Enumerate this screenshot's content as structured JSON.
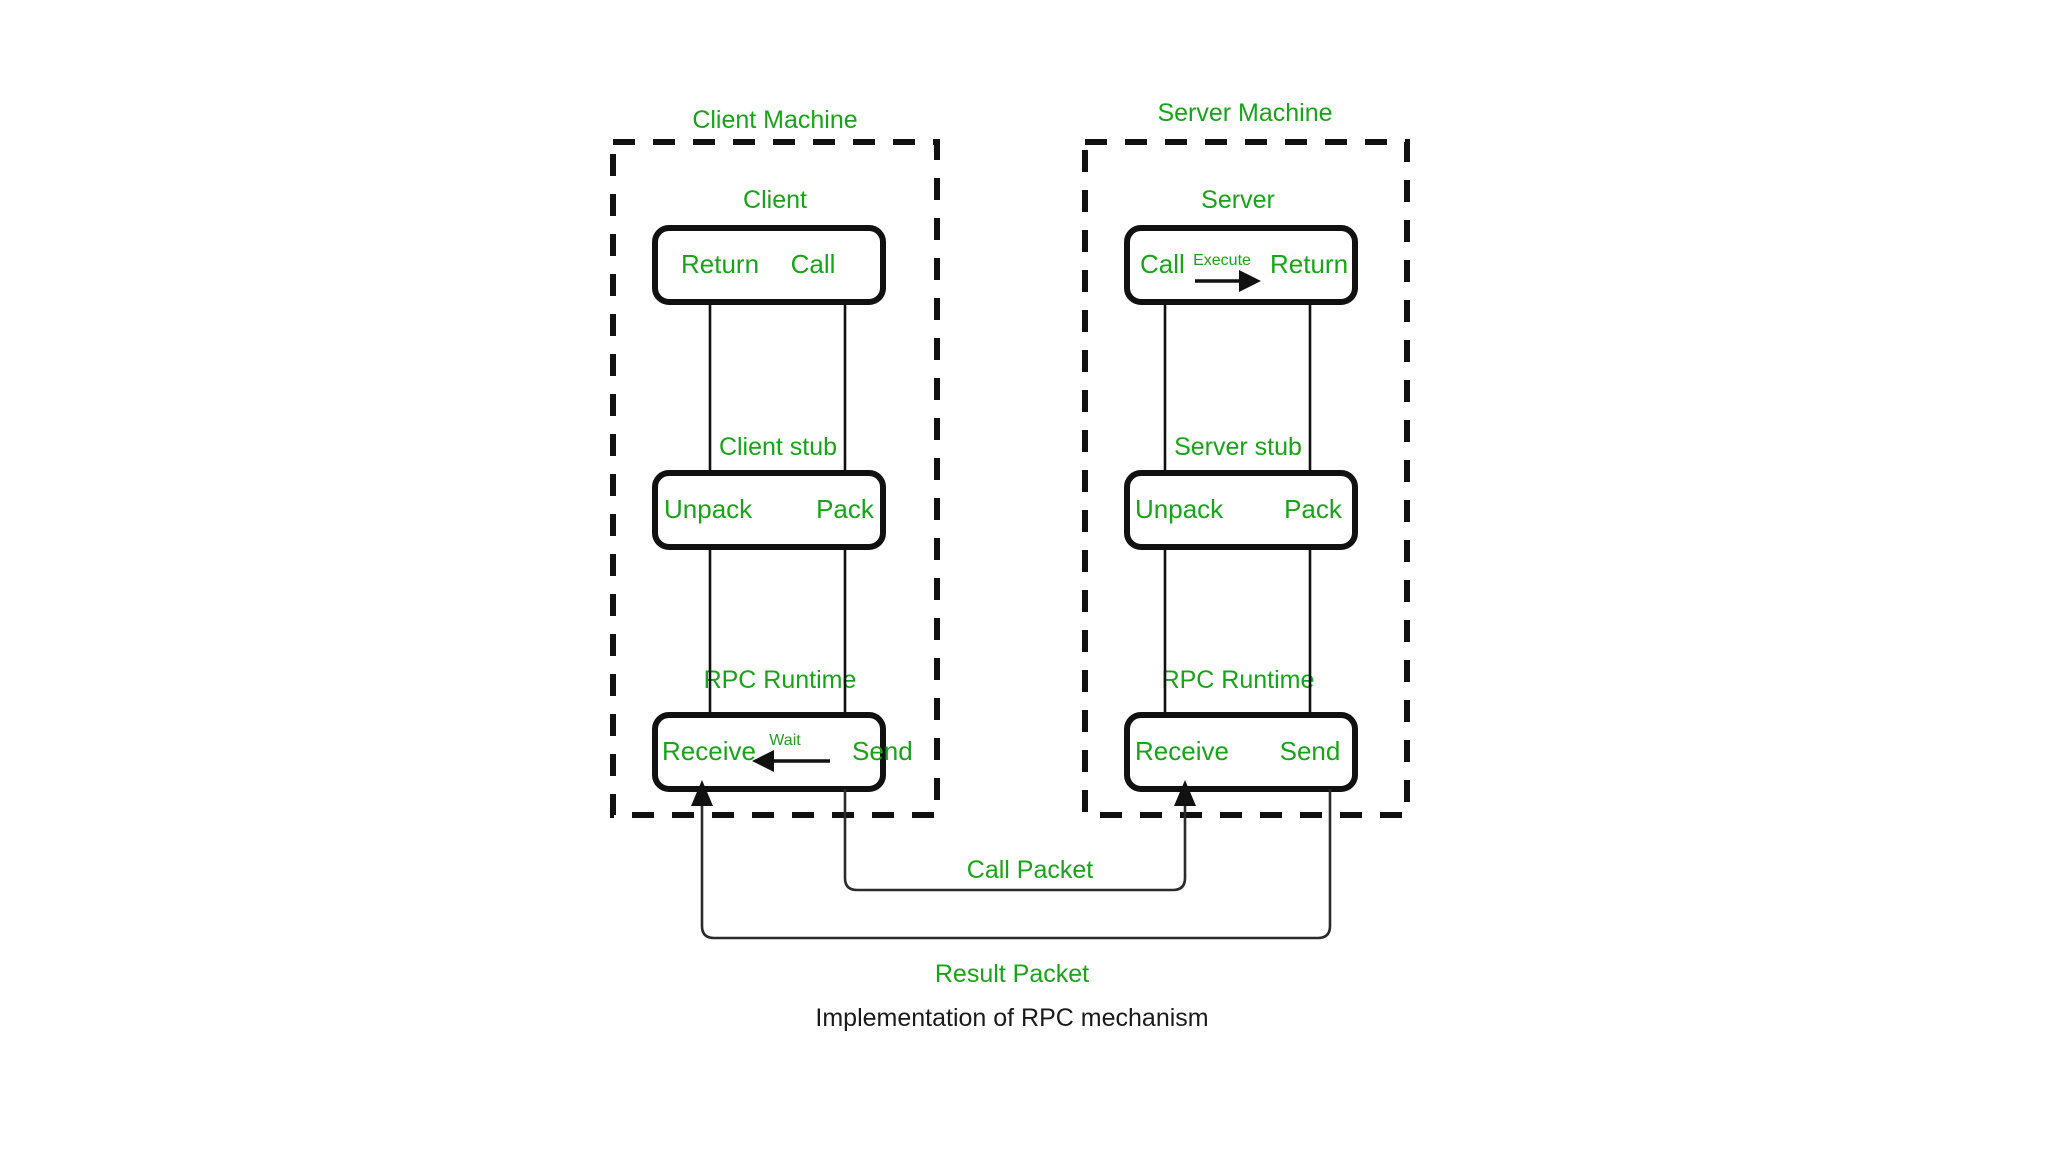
{
  "diagram": {
    "caption": "Implementation of RPC mechanism",
    "colors": {
      "label_green": "#19a319",
      "stroke_black": "#111111",
      "background": "#ffffff"
    },
    "client_machine": {
      "title": "Client Machine",
      "layers": [
        {
          "name": "Client",
          "left_port": "Return",
          "right_port": "Call",
          "inline_label": ""
        },
        {
          "name": "Client stub",
          "left_port": "Unpack",
          "right_port": "Pack",
          "inline_label": ""
        },
        {
          "name": "RPC Runtime",
          "left_port": "Receive",
          "right_port": "Send",
          "inline_label": "Wait"
        }
      ]
    },
    "server_machine": {
      "title": "Server Machine",
      "layers": [
        {
          "name": "Server",
          "left_port": "Call",
          "right_port": "Return",
          "inline_label": "Execute"
        },
        {
          "name": "Server stub",
          "left_port": "Unpack",
          "right_port": "Pack",
          "inline_label": ""
        },
        {
          "name": "RPC Runtime",
          "left_port": "Receive",
          "right_port": "Send",
          "inline_label": ""
        }
      ]
    },
    "packets": [
      {
        "label": "Call Packet"
      },
      {
        "label": "Result Packet"
      }
    ]
  }
}
